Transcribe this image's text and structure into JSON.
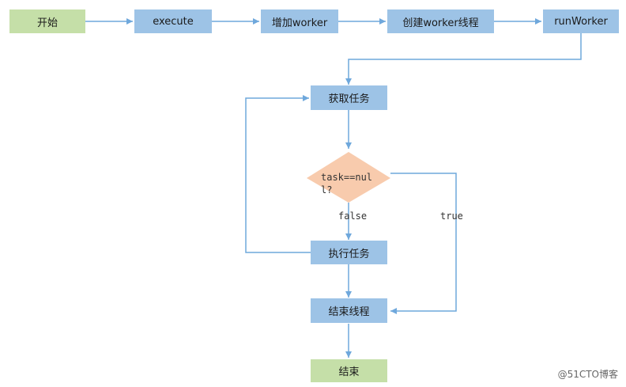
{
  "nodes": {
    "start": "开始",
    "execute": "execute",
    "add_worker": "增加worker",
    "create_worker_thread": "创建worker线程",
    "run_worker": "runWorker",
    "get_task": "获取任务",
    "decision": "task==null?",
    "run_task": "执行任务",
    "end_thread": "结束线程",
    "end": "结束"
  },
  "edges": {
    "false_label": "false",
    "true_label": "true"
  },
  "watermark": "@51CTO博客",
  "colors": {
    "process": "#9dc3e6",
    "terminal": "#c5dfa8",
    "decision": "#f8cbad",
    "line": "#6fa8dc"
  }
}
